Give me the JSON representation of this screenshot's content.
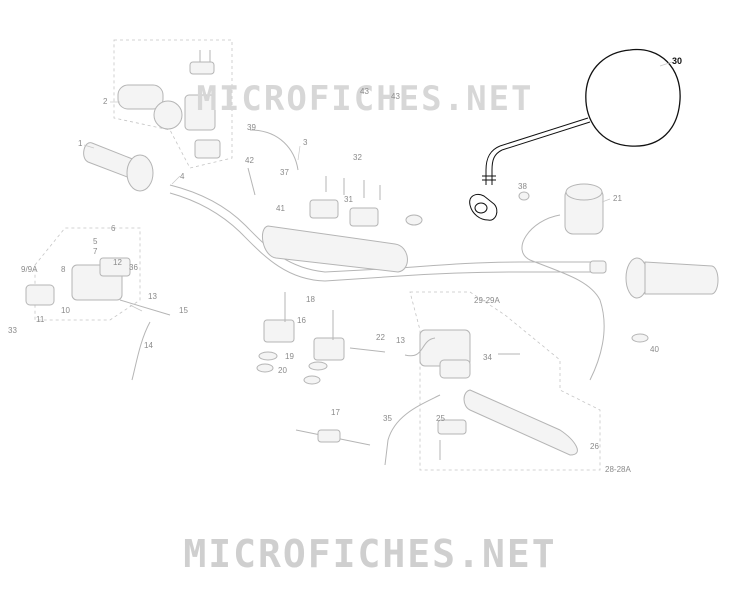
{
  "diagram": {
    "watermark_top": "MICROFICHES.NET",
    "watermark_bottom": "MICROFICHES.NET",
    "highlight_color": "#000000",
    "parts": [
      {
        "id": "p1",
        "label": "1"
      },
      {
        "id": "p2",
        "label": "2"
      },
      {
        "id": "p3",
        "label": "3"
      },
      {
        "id": "p4",
        "label": "4"
      },
      {
        "id": "p5",
        "label": "5"
      },
      {
        "id": "p6",
        "label": "6"
      },
      {
        "id": "p7",
        "label": "7"
      },
      {
        "id": "p8",
        "label": "8"
      },
      {
        "id": "p9",
        "label": "9/9A"
      },
      {
        "id": "p10",
        "label": "10"
      },
      {
        "id": "p11",
        "label": "11"
      },
      {
        "id": "p12",
        "label": "12"
      },
      {
        "id": "p13a",
        "label": "13"
      },
      {
        "id": "p13b",
        "label": "13"
      },
      {
        "id": "p14",
        "label": "14"
      },
      {
        "id": "p15",
        "label": "15"
      },
      {
        "id": "p16",
        "label": "16"
      },
      {
        "id": "p17",
        "label": "17"
      },
      {
        "id": "p18",
        "label": "18"
      },
      {
        "id": "p19",
        "label": "19"
      },
      {
        "id": "p20",
        "label": "20"
      },
      {
        "id": "p21",
        "label": "21"
      },
      {
        "id": "p22",
        "label": "22"
      },
      {
        "id": "p25",
        "label": "25"
      },
      {
        "id": "p26",
        "label": "26"
      },
      {
        "id": "p2828",
        "label": "28-28A"
      },
      {
        "id": "p2929",
        "label": "29-29A"
      },
      {
        "id": "p30",
        "label": "30"
      },
      {
        "id": "p31",
        "label": "31"
      },
      {
        "id": "p32",
        "label": "32"
      },
      {
        "id": "p33",
        "label": "33"
      },
      {
        "id": "p34",
        "label": "34"
      },
      {
        "id": "p35",
        "label": "35"
      },
      {
        "id": "p36",
        "label": "36"
      },
      {
        "id": "p37",
        "label": "37"
      },
      {
        "id": "p38",
        "label": "38"
      },
      {
        "id": "p39",
        "label": "39"
      },
      {
        "id": "p40",
        "label": "40"
      },
      {
        "id": "p41",
        "label": "41"
      },
      {
        "id": "p42",
        "label": "42"
      },
      {
        "id": "p43a",
        "label": "43"
      },
      {
        "id": "p43b",
        "label": "43"
      }
    ]
  }
}
